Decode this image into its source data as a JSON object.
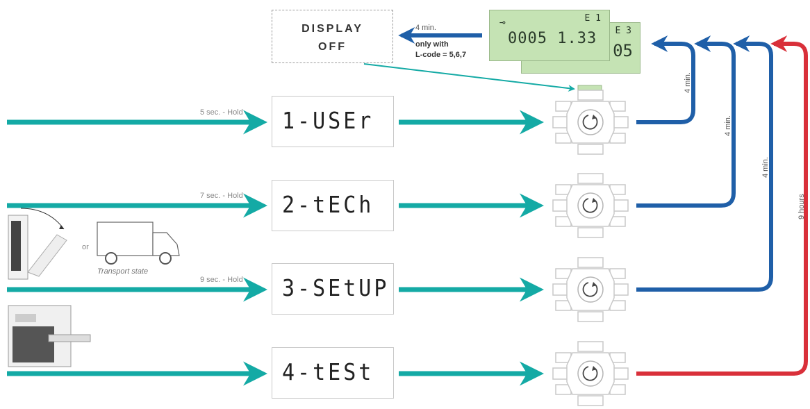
{
  "display_off": {
    "line1": "DISPLAY",
    "line2": "OFF"
  },
  "top": {
    "timeout": "4 min.",
    "note_line1": "only with",
    "note_line2": "L-code = 5,6,7"
  },
  "lcd": {
    "front_main": "0005 1.33",
    "front_code": "E 1",
    "back_code": "E 3",
    "back_main": "05"
  },
  "modes": [
    {
      "hold": "5 sec. - Hold",
      "display": "1-USEr"
    },
    {
      "hold": "7 sec. - Hold",
      "display": "2-tECh"
    },
    {
      "hold": "9 sec. - Hold",
      "display": "3-SEtUP"
    },
    {
      "hold": "",
      "display": "4-tESt"
    }
  ],
  "returns": [
    "4 min.",
    "4 min.",
    "4 min.",
    "9 hours"
  ],
  "transport": {
    "or": "or",
    "caption": "Transport state"
  },
  "colors": {
    "teal": "#14aaa5",
    "blue": "#1f5fa8",
    "red": "#d9303a",
    "lcd": "#c5e3b4"
  }
}
